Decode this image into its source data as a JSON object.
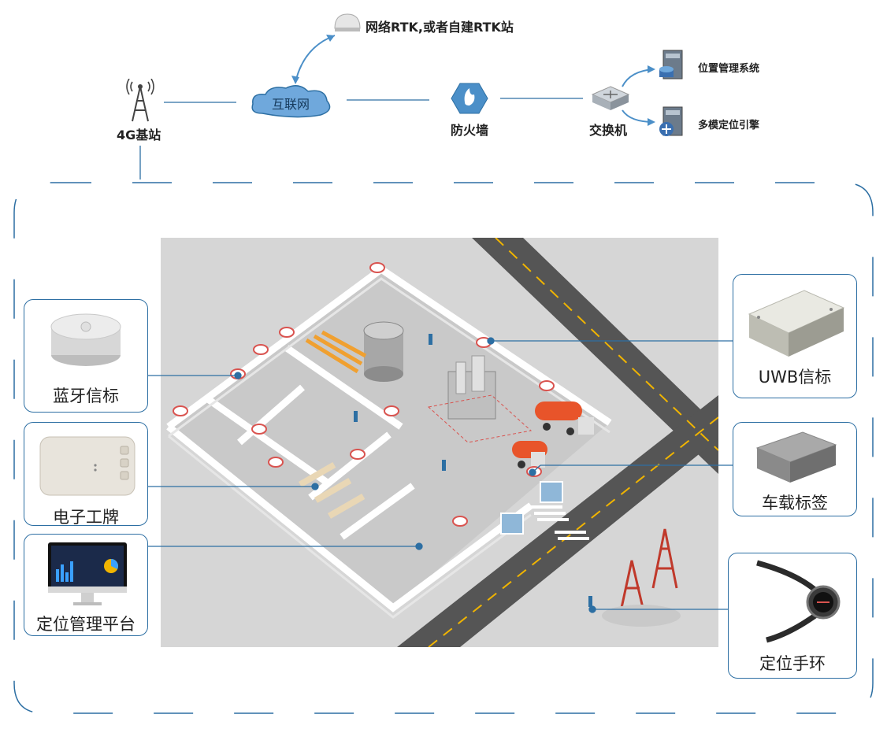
{
  "network": {
    "rtk_label": "网络RTK,或者自建RTK站",
    "base_station_label": "4G基站",
    "internet_label": "互联网",
    "firewall_label": "防火墙",
    "switch_label": "交换机",
    "system_a_label": "位置管理系统",
    "system_b_label": "多模定位引擎"
  },
  "devices_left": {
    "bluetooth_beacon": "蓝牙信标",
    "electronic_badge": "电子工牌",
    "platform": "定位管理平台"
  },
  "devices_right": {
    "uwb_beacon": "UWB信标",
    "vehicle_tag": "车载标签",
    "bracelet": "定位手环"
  },
  "colors": {
    "line": "#2d6fa3",
    "dash": "#2d6fa3",
    "ground": "#d9d9d9",
    "road": "#555555",
    "wall": "#ffffff",
    "beacon_ring": "#d9534f",
    "truck": "#e8542a"
  }
}
